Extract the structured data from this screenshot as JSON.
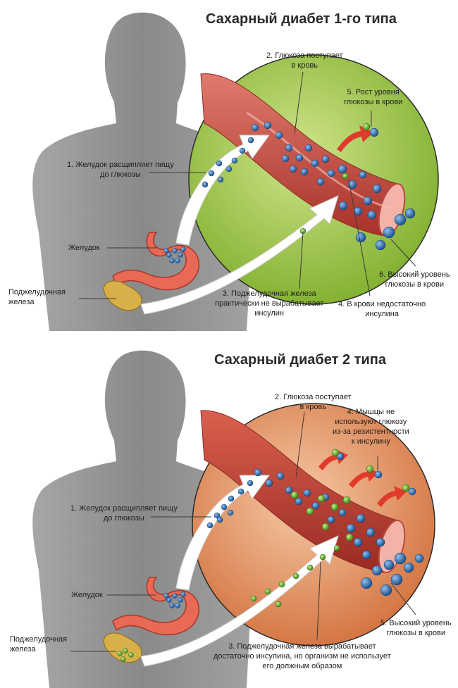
{
  "type1": {
    "title": "Сахарный диабет 1-го типа",
    "labels": {
      "stomach_breaks": [
        "1. Желудок расщипляет пищу",
        "до глюкозы"
      ],
      "stomach": "Желудок",
      "pancreas": [
        "Поджелудочная",
        "железа"
      ],
      "glucose_enters": [
        "2. Глюкоза поступает",
        "в кровь"
      ],
      "glucose_rise": [
        "5. Рост уровня",
        "глюкозы в крови"
      ],
      "pancreas_no_insulin": [
        "3. Поджелудочная железа",
        "практически не вырабатывает",
        "инсулин"
      ],
      "low_insulin": [
        "4. В крови недостаточно",
        "инсулина"
      ],
      "high_glucose": [
        "6. Высокий уровень",
        "глюкозы в крови"
      ]
    }
  },
  "type2": {
    "title": "Сахарный диабет 2 типа",
    "labels": {
      "stomach_breaks": [
        "1. Желудок расщипляет пищу",
        "до глюкозы"
      ],
      "stomach": "Желудок",
      "pancreas": [
        "Поджелудочная",
        "железа"
      ],
      "glucose_enters": [
        "2. Глюкоза поступает",
        "в кровь"
      ],
      "muscles_resist": [
        "4. Мышцы не",
        "используют глюкозу",
        "из-за резистентности",
        "к инсулину"
      ],
      "pancreas_insulin": [
        "3. Поджелудочная железа вырабатывает",
        "достаточно инсулина, но организм не использует",
        "его должным образом"
      ],
      "high_glucose": [
        "5. Высокий уровень",
        "глюкозы в крови"
      ]
    }
  },
  "colors": {
    "body": "#8f8f8f",
    "circle1": "#9bc43a",
    "circle2": "#e08a55",
    "vessel": "#c8483c",
    "glucose": "#2f68a8",
    "insulin": "#5aa82e",
    "arrow_red": "#e03a2a"
  }
}
